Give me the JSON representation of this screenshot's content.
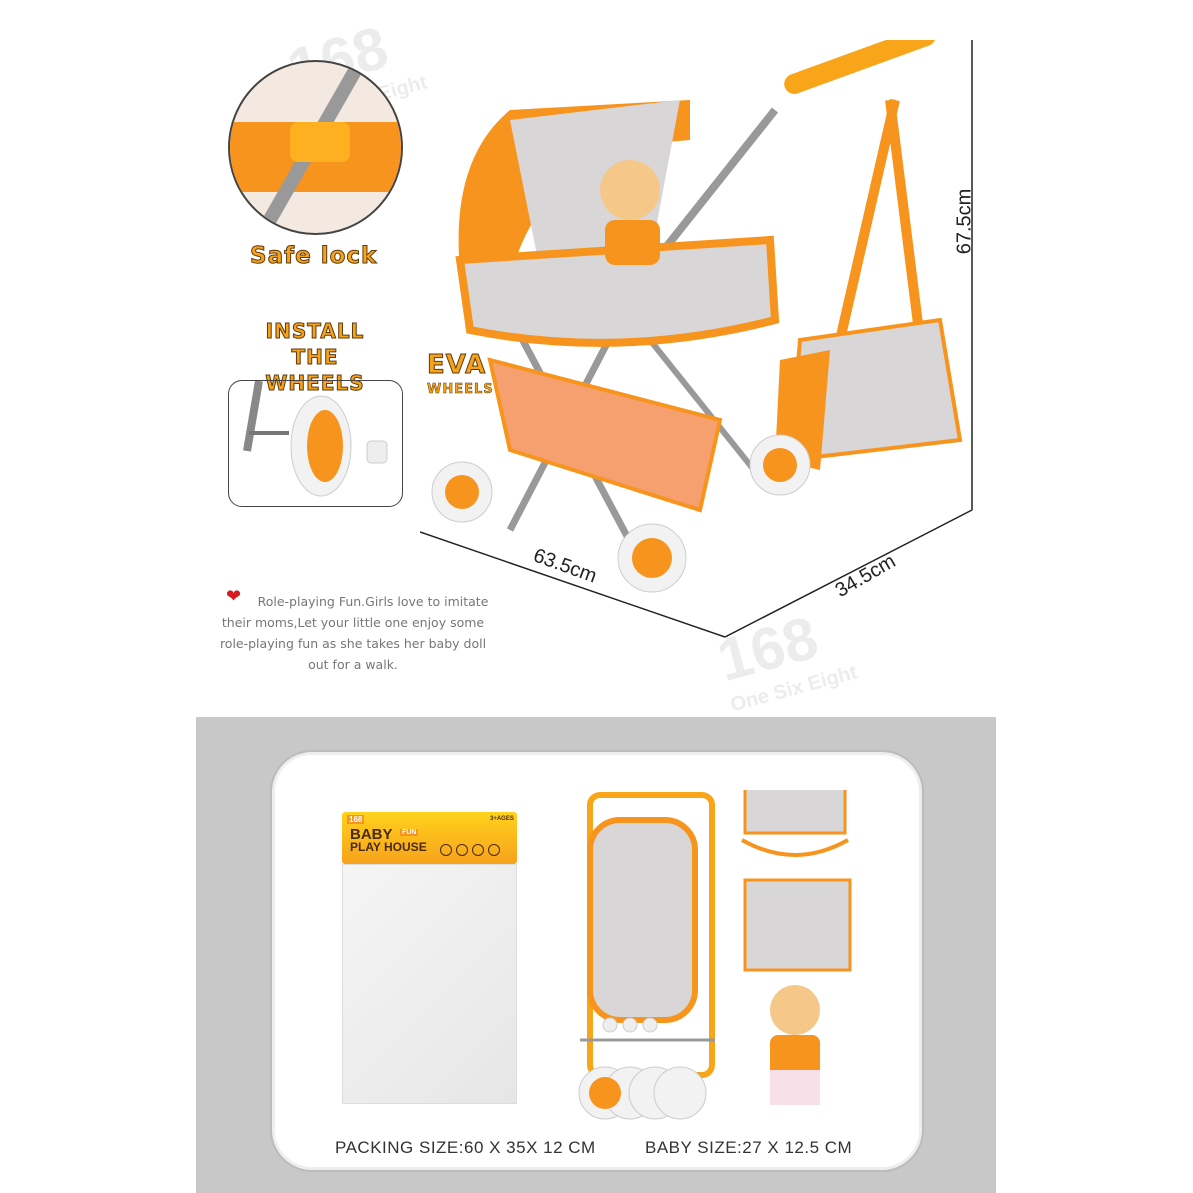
{
  "watermark": {
    "logo": "168",
    "tagline": "One Six Eight"
  },
  "features": {
    "safe_lock": "Safe lock",
    "install_line1": "INSTALL",
    "install_line2": "THE WHEELS",
    "eva_line1": "EVA",
    "eva_line2": "WHEELS"
  },
  "dimensions": {
    "height": "67.5cm",
    "length": "63.5cm",
    "width": "34.5cm"
  },
  "description": "Role-playing Fun.Girls love to imitate their moms,Let your little one enjoy some role-playing fun as she takes her baby doll out for a walk.",
  "package": {
    "brand": "168",
    "title_line1": "BABY",
    "title_line2": "PLAY HOUSE",
    "badge": "FUN",
    "age": "3+AGES"
  },
  "sizes": {
    "packing": "PACKING SIZE:60 X 35X 12 CM",
    "baby": "BABY SIZE:27 X 12.5 CM"
  },
  "colors": {
    "orange": "#f7941d",
    "gray_fabric": "#d9d6d8",
    "panel": "#c8c8c8"
  }
}
